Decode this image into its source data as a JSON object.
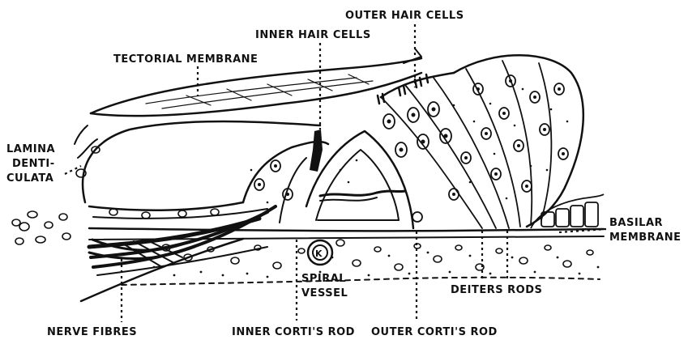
{
  "labels": {
    "outer_hair_cells": "OUTER HAIR CELLS",
    "inner_hair_cells": "INNER HAIR CELLS",
    "tectorial_membrane": "TECTORIAL MEMBRANE",
    "lamina_line1": "LAMINA",
    "lamina_line2": "DENTI-",
    "lamina_line3": "CULATA",
    "basilar_line1": "BASILAR",
    "basilar_line2": "MEMBRANE",
    "deiters_rods": "DEITERS RODS",
    "spiral_line1": "SPIRAL",
    "spiral_line2": "VESSEL",
    "nerve_fibres": "NERVE FIBRES",
    "inner_cortis_rod": "INNER CORTI'S ROD",
    "outer_cortis_rod": "OUTER CORTI'S ROD"
  }
}
